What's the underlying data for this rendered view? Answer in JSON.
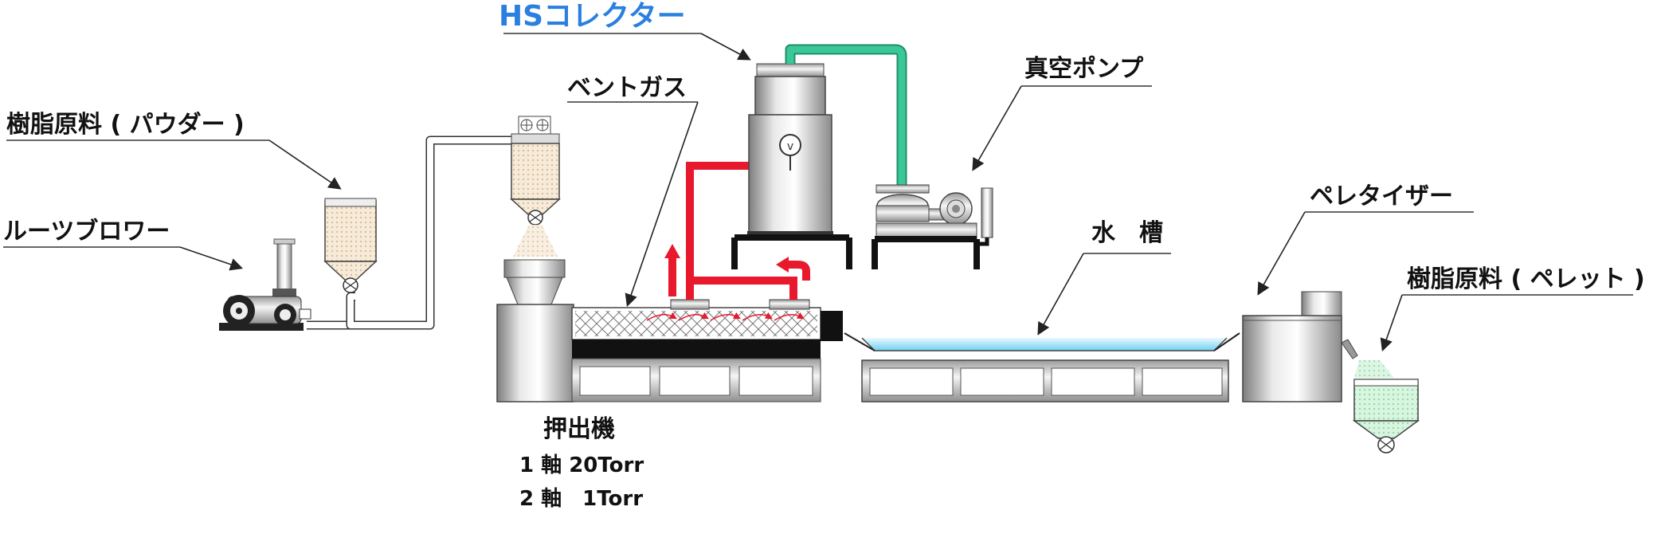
{
  "labels": {
    "hs_collector": "HSコレクター",
    "vent_gas": "ベントガス",
    "vacuum_pump": "真空ポンプ",
    "resin_powder": "樹脂原料 ( パウダー )",
    "roots_blower": "ルーツブロワー",
    "water_tank": "水　槽",
    "pelletizer": "ペレタイザー",
    "resin_pellet": "樹脂原料 ( ペレット )",
    "extruder": "押出機",
    "spec_1": "1 軸 20Torr",
    "spec_2": "2 軸　1Torr"
  },
  "colors": {
    "accent_blue": "#2b7fe0",
    "vacuum_line": "#3cc79a",
    "vent_line": "#e8192c",
    "water": "#7fd4f0",
    "powder": "#f2e0c8",
    "pellet": "#bfeccd"
  }
}
